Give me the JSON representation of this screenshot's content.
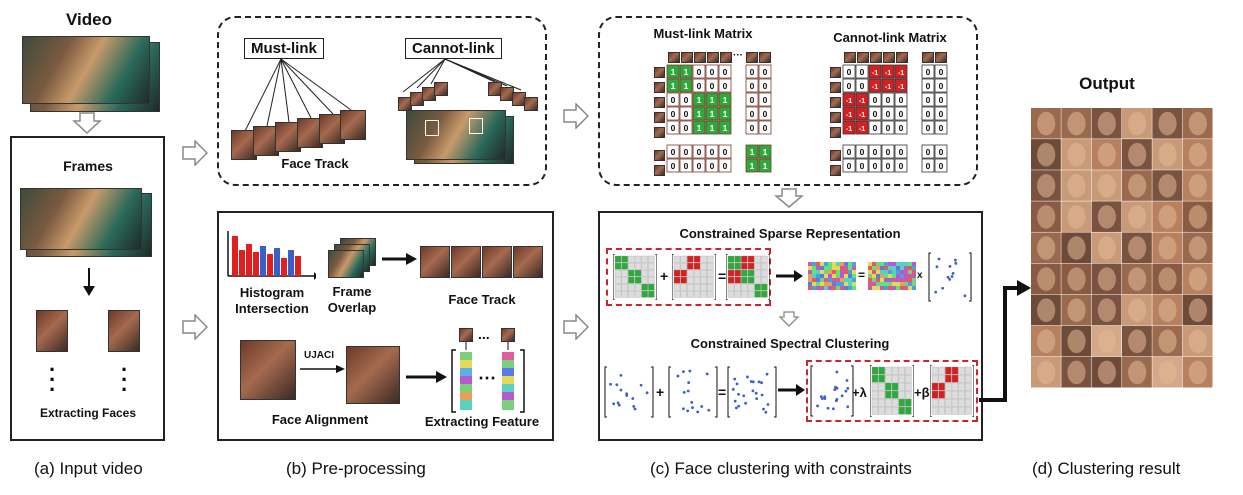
{
  "panel_a": {
    "video_title": "Video",
    "frames_label": "Frames",
    "extracting_faces_label": "Extracting Faces",
    "caption": "(a) Input video"
  },
  "panel_b": {
    "must_link_label": "Must-link",
    "cannot_link_label": "Cannot-link",
    "face_track_label_top": "Face Track",
    "histogram_label_line1": "Histogram",
    "histogram_label_line2": "Intersection",
    "frame_overlap_line1": "Frame",
    "frame_overlap_line2": "Overlap",
    "face_track_label_bottom": "Face Track",
    "ujaci_label": "UJACI",
    "face_alignment_label": "Face Alignment",
    "extracting_feature_label": "Extracting Feature",
    "ellipsis": "...",
    "caption": "(b) Pre-processing"
  },
  "panel_c": {
    "must_link_matrix_title": "Must-link Matrix",
    "cannot_link_matrix_title": "Cannot-link Matrix",
    "must_link_rows": [
      [
        "1",
        "1",
        "0",
        "0",
        "0",
        "0",
        "0"
      ],
      [
        "1",
        "1",
        "0",
        "0",
        "0",
        "0",
        "0"
      ],
      [
        "0",
        "0",
        "1",
        "1",
        "1",
        "0",
        "0"
      ],
      [
        "0",
        "0",
        "1",
        "1",
        "1",
        "0",
        "0"
      ],
      [
        "0",
        "0",
        "1",
        "1",
        "1",
        "0",
        "0"
      ],
      [
        "0",
        "0",
        "0",
        "0",
        "0",
        "1",
        "1"
      ],
      [
        "0",
        "0",
        "0",
        "0",
        "0",
        "1",
        "1"
      ]
    ],
    "cannot_link_rows": [
      [
        "0",
        "0",
        "-1",
        "-1",
        "-1",
        "0",
        "0"
      ],
      [
        "0",
        "0",
        "-1",
        "-1",
        "-1",
        "0",
        "0"
      ],
      [
        "-1",
        "-1",
        "0",
        "0",
        "0",
        "0",
        "0"
      ],
      [
        "-1",
        "-1",
        "0",
        "0",
        "0",
        "0",
        "0"
      ],
      [
        "-1",
        "-1",
        "0",
        "0",
        "0",
        "0",
        "0"
      ],
      [
        "0",
        "0",
        "0",
        "0",
        "0",
        "0",
        "0"
      ],
      [
        "0",
        "0",
        "0",
        "0",
        "0",
        "0",
        "0"
      ]
    ],
    "csr_title": "Constrained Sparse Representation",
    "csc_title": "Constrained Spectral Clustering",
    "plus": "+",
    "equals": "=",
    "times": "x",
    "lambda_term": "+λ",
    "beta_term": "+β",
    "caption": "(c) Face clustering with constraints"
  },
  "panel_d": {
    "output_title": "Output",
    "caption": "(d) Clustering result"
  },
  "colors": {
    "must_link_green": "#2eaa3c",
    "cannot_link_red": "#d42020",
    "dashed_red": "#c8262a",
    "histogram_red": "#e02020",
    "histogram_blue": "#3a5fc8"
  }
}
